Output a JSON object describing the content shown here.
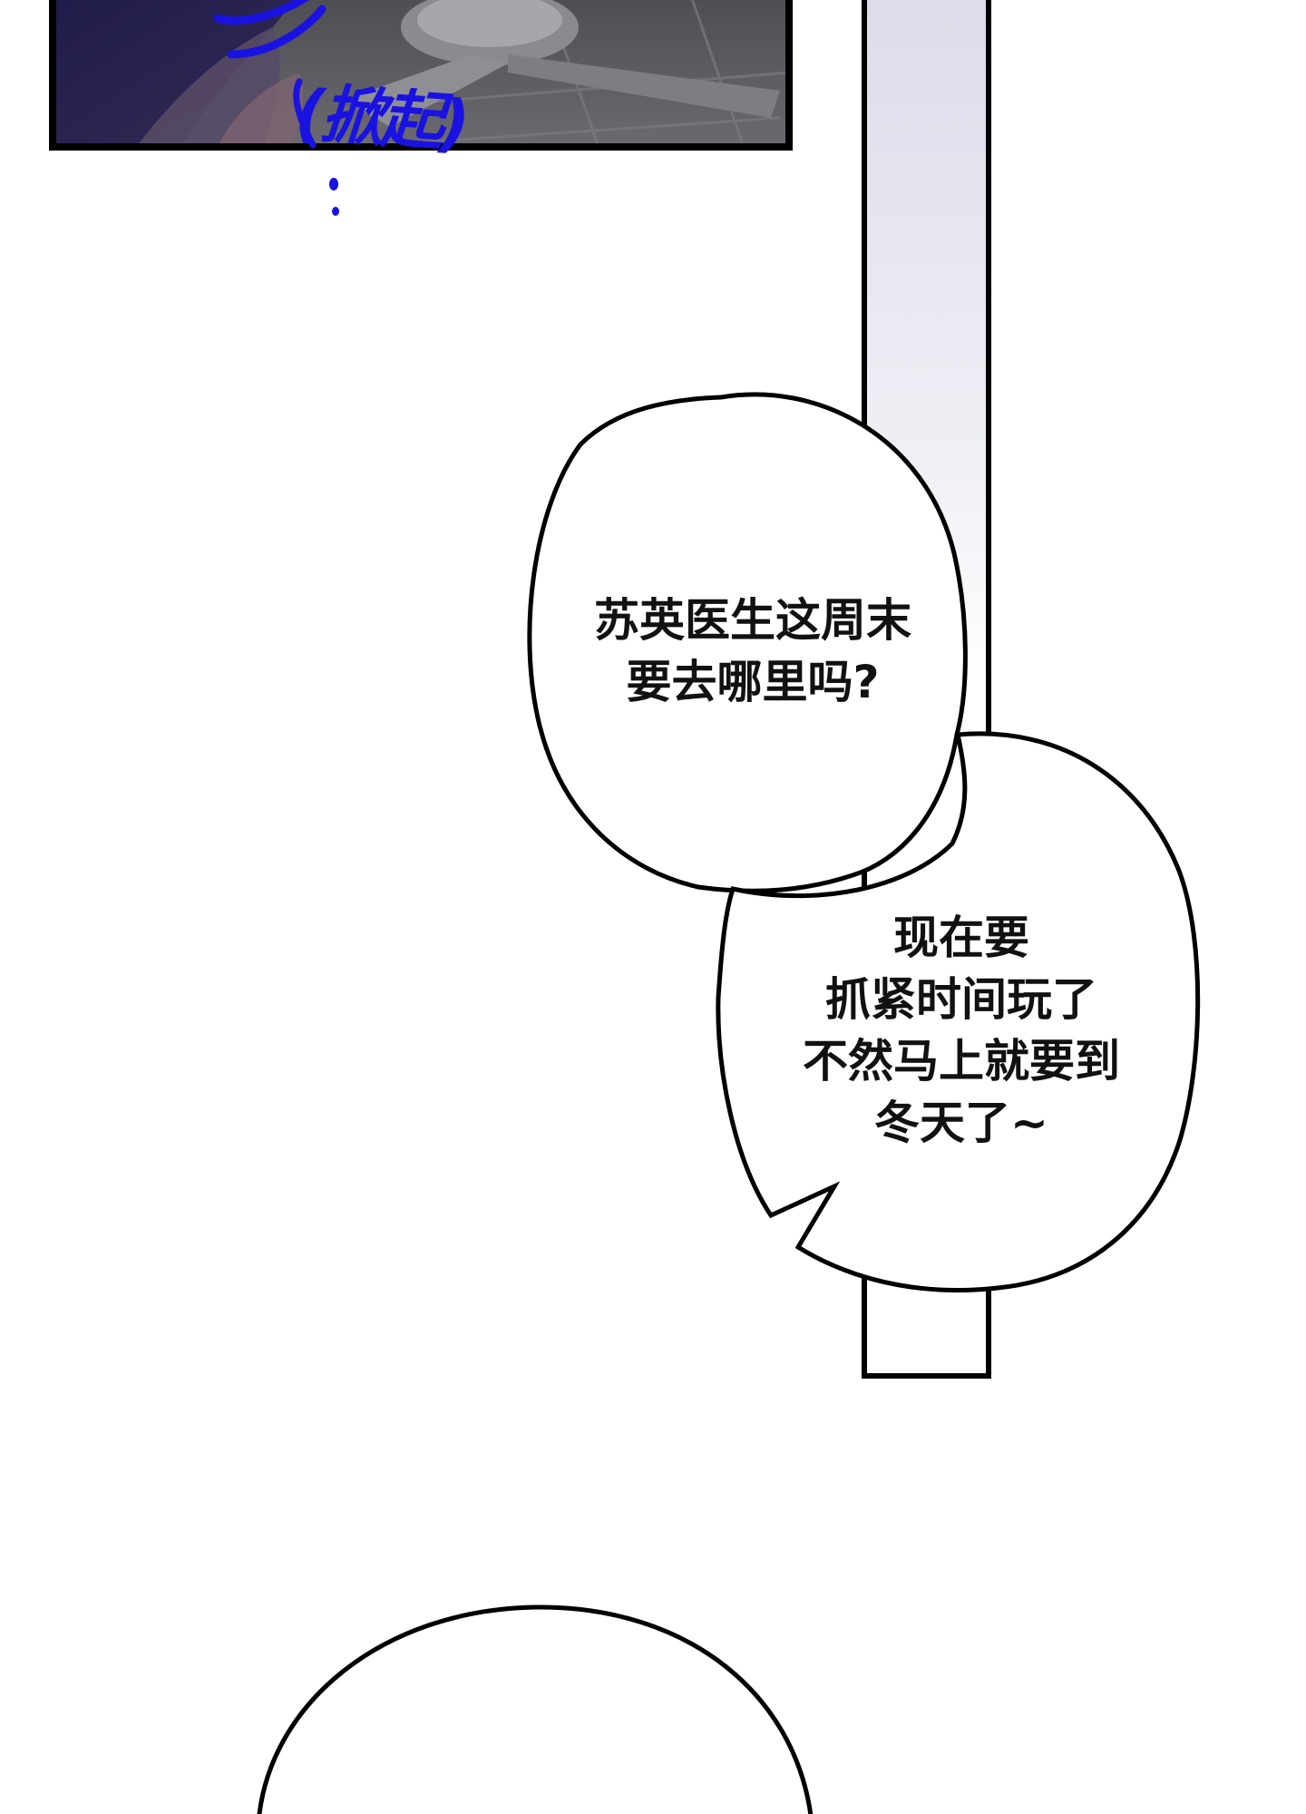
{
  "comic": {
    "sound_effect": "(掀起)",
    "bubbles": [
      {
        "text": "苏英医生这周末\n要去哪里吗?"
      },
      {
        "text": "现在要\n抓紧时间玩了\n不然马上就要到\n冬天了~"
      }
    ]
  },
  "colors": {
    "sfx_blue": "#1a12e0",
    "panel_border": "#000000",
    "panel_dark": "#2a2444",
    "panel_grey": "#6f6f74"
  }
}
